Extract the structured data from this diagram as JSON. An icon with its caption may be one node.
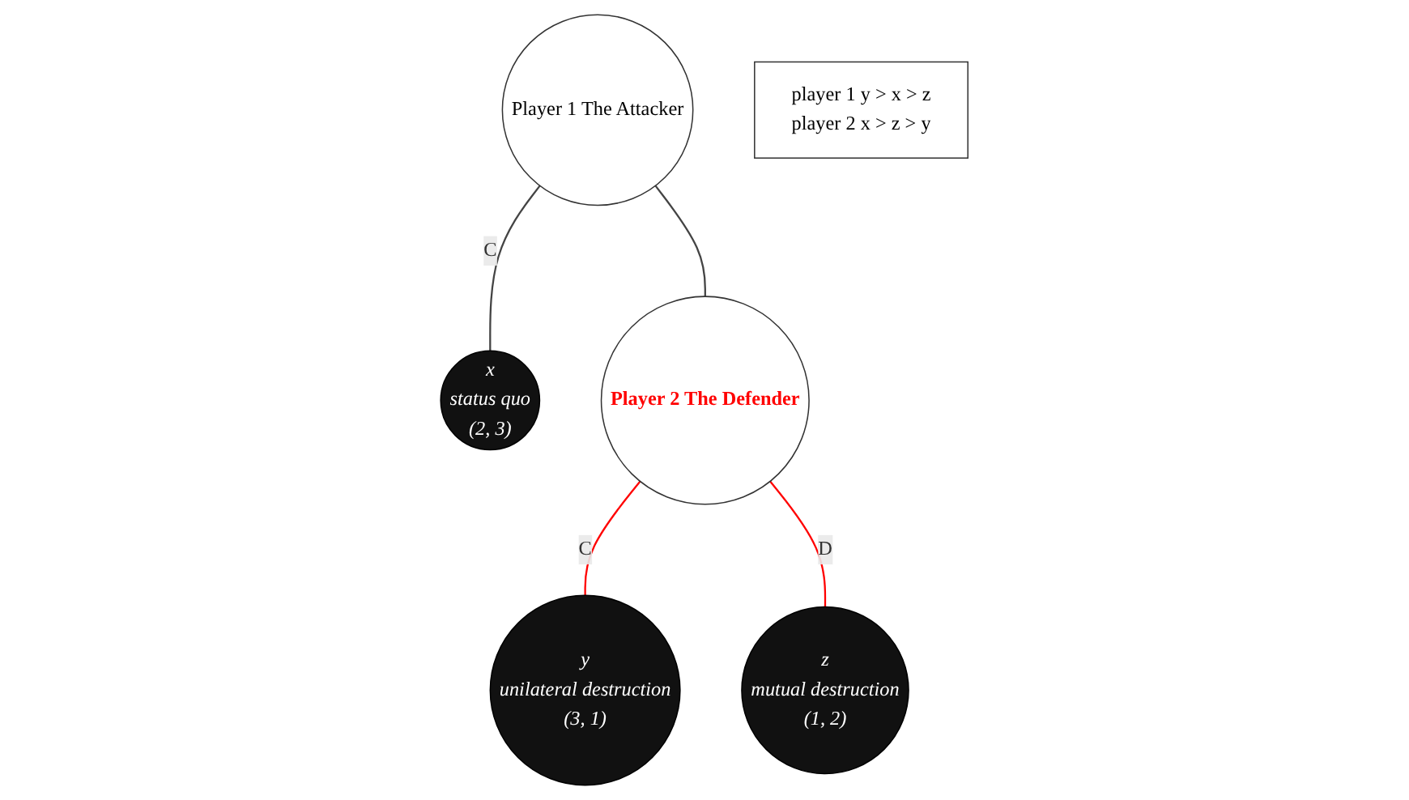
{
  "diagram": {
    "nodes": [
      {
        "text": [
          "Player 1 The Attacker"
        ]
      },
      {
        "text": [
          "x",
          "status quo",
          "(2, 3)"
        ]
      },
      {
        "text": [
          "Player 2 The Defender"
        ]
      },
      {
        "text": [
          "y",
          "unilateral destruction",
          "(3, 1)"
        ]
      },
      {
        "text": [
          "z",
          "mutual  destruction",
          "(1, 2)"
        ]
      },
      {
        "text": [
          "player 1  y > x > z",
          "player 2  x > z > y"
        ]
      }
    ],
    "edges": [
      {
        "from": 0,
        "to": 1,
        "arrow": "none",
        "label": "C"
      },
      {
        "from": 0,
        "to": 2,
        "arrow": "none"
      },
      {
        "from": 2,
        "to": 3,
        "arrow": "none",
        "label": "C",
        "color": "#ff0000"
      },
      {
        "from": 2,
        "to": 4,
        "arrow": "none",
        "label": "D",
        "color": "#ff0000"
      }
    ]
  }
}
